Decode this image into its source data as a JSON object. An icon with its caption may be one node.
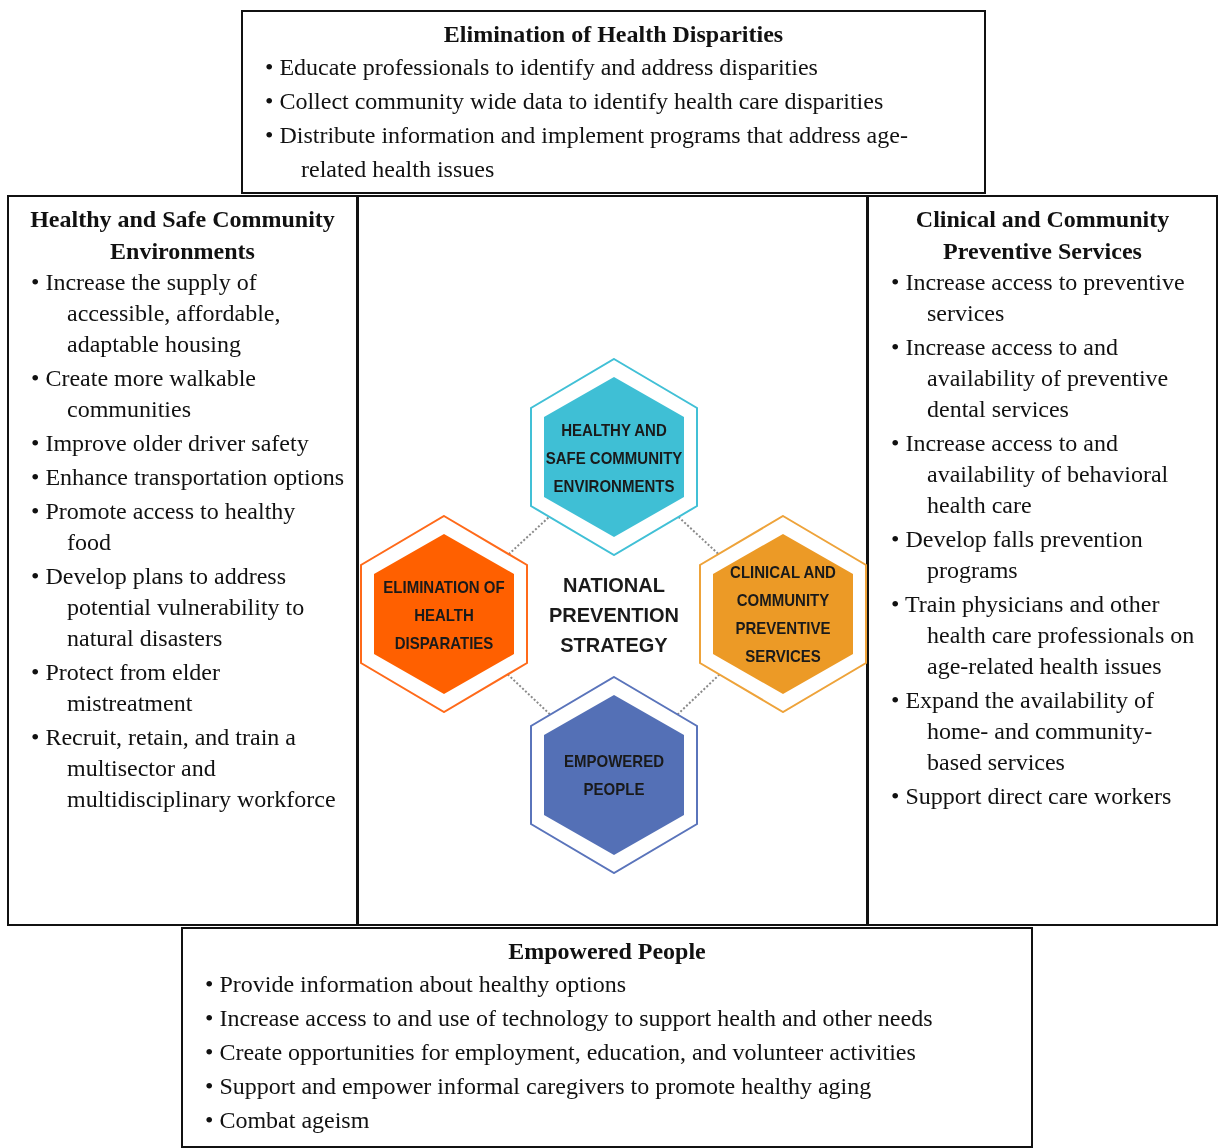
{
  "diagram": {
    "nodes": [
      {
        "text": [
          "Elimination of Health Disparities",
          "• Educate professionals to identify and address disparities",
          "• Collect community wide data to identify health care disparities",
          "• Distribute information and implement programs that address age-related health issues"
        ]
      },
      {
        "text": [
          "Healthy and Safe Community Environments",
          "• Increase the supply of accessible, affordable, adaptable housing",
          "• Create more walkable communities",
          "• Improve older driver safety",
          "• Enhance transportation options",
          "• Promote access to healthy food",
          "• Develop plans to address potential vulnerability to natural disasters",
          "• Protect from elder mistreatment",
          "• Recruit, retain, and train a multisector and multidisciplinary workforce"
        ]
      },
      {
        "text": [
          "NATIONAL PREVENTION STRATEGY"
        ]
      },
      {
        "text": [
          "HEALTHY AND SAFE COMMUNITY ENVIRONMENTS"
        ],
        "in": 2
      },
      {
        "text": [
          "ELIMINATION OF HEALTH DISPARATIES"
        ],
        "in": 2
      },
      {
        "text": [
          "CLINICAL AND COMMUNITY PREVENTIVE SERVICES"
        ],
        "in": 2
      },
      {
        "text": [
          "EMPOWERED PEOPLE"
        ],
        "in": 2
      },
      {
        "text": [
          "Clinical and Community Preventive Services",
          "• Increase access to preventive services",
          "• Increase access to and availability of preventive dental services",
          "• Increase access to and availability of behavioral health care",
          "• Develop falls prevention programs",
          "• Train physicians and other health care professionals on age-related health issues",
          "• Expand the availability of home- and community-based services",
          "• Support direct care workers"
        ]
      },
      {
        "text": [
          "Empowered People",
          "• Provide information about healthy options",
          "• Increase access to and use of technology to support health and other needs",
          "• Create opportunities for employment, education, and volunteer activities",
          "• Support and empower informal caregivers to promote healthy aging",
          "• Combat ageism"
        ]
      }
    ],
    "edges": [
      {
        "from": 4,
        "to": 3,
        "arrow": "none",
        "style": "dashed"
      },
      {
        "from": 3,
        "to": 5,
        "arrow": "none",
        "style": "dashed"
      },
      {
        "from": 4,
        "to": 6,
        "arrow": "none",
        "style": "dashed"
      },
      {
        "from": 6,
        "to": 5,
        "arrow": "none",
        "style": "dashed"
      }
    ]
  }
}
